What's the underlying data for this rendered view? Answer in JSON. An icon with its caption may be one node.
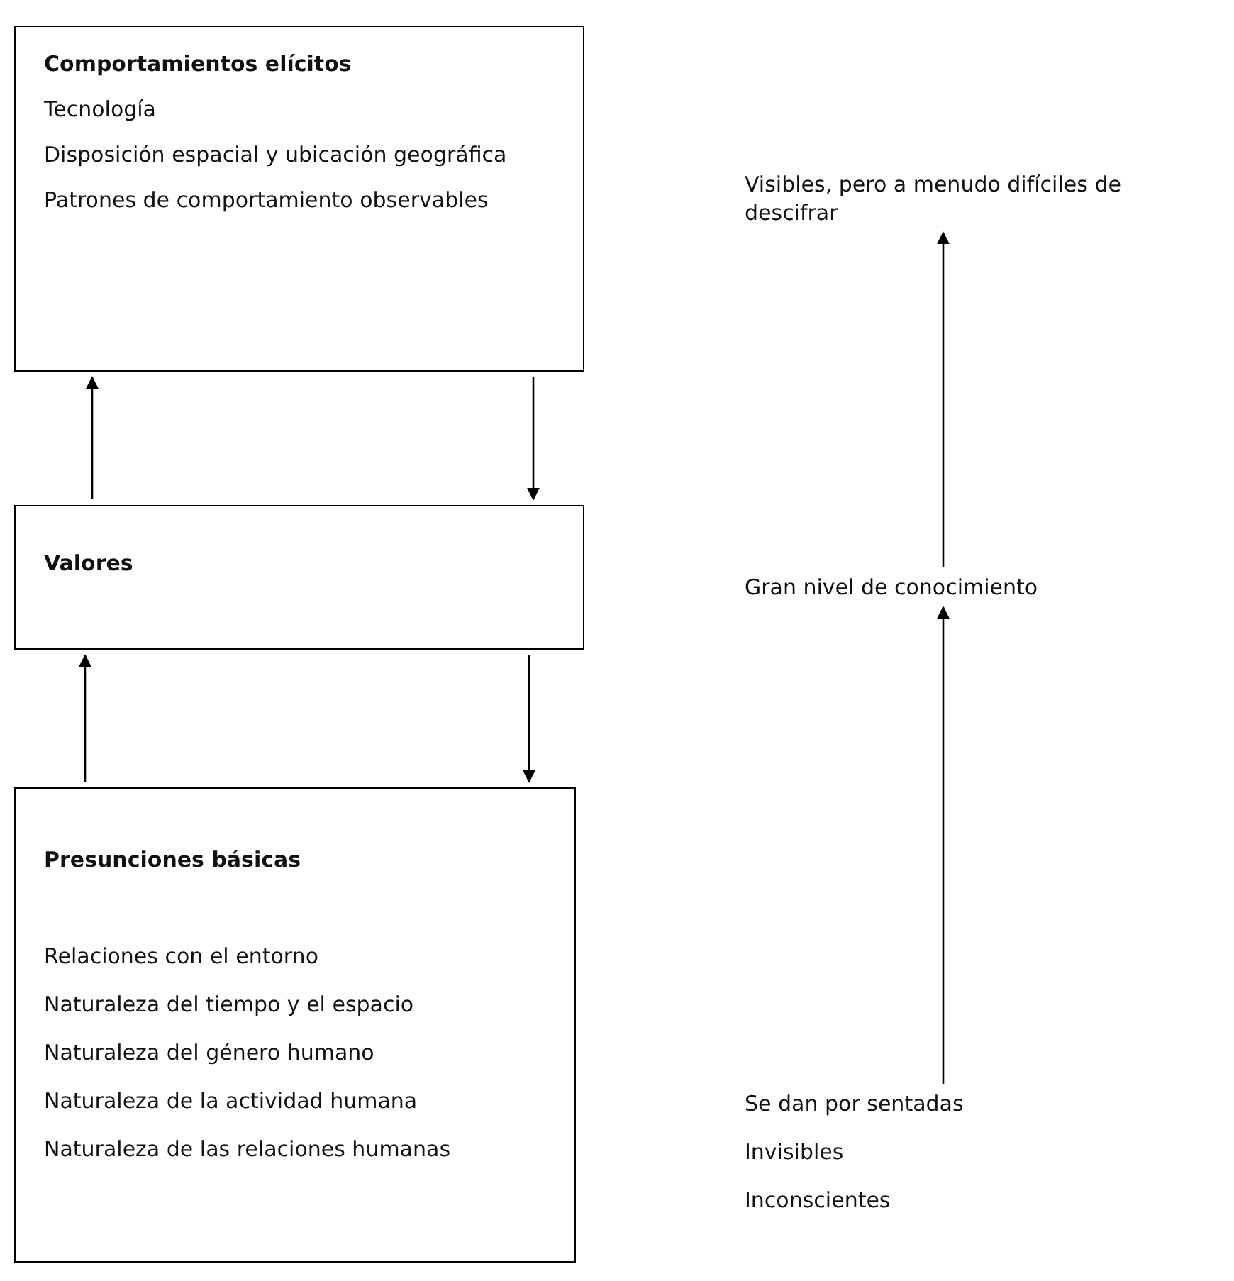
{
  "diagram": {
    "nodes": [
      {
        "text": [
          "Comportamientos elícitos",
          "Tecnología",
          "Disposición espacial y ubicación geográfica",
          "Patrones de comportamiento observables"
        ]
      },
      {
        "text": [
          "Valores"
        ]
      },
      {
        "text": [
          "Presunciones básicas",
          "Relaciones con el entorno",
          "Naturaleza del tiempo y el espacio",
          "Naturaleza del género humano",
          "Naturaleza de la actividad humana",
          "Naturaleza de las relaciones humanas"
        ]
      },
      {
        "text": [
          "Visibles, pero a menudo difíciles de descifrar"
        ]
      },
      {
        "text": [
          "Gran nivel de conocimiento"
        ]
      },
      {
        "text": [
          "Se dan por sentadas",
          "Invisibles",
          "Inconscientes"
        ]
      }
    ],
    "edges": [
      {
        "from": 1,
        "to": 0,
        "arrow": "to"
      },
      {
        "from": 0,
        "to": 1,
        "arrow": "to"
      },
      {
        "from": 2,
        "to": 1,
        "arrow": "to"
      },
      {
        "from": 1,
        "to": 2,
        "arrow": "to"
      },
      {
        "from": 5,
        "to": 4,
        "arrow": "to"
      },
      {
        "from": 4,
        "to": 3,
        "arrow": "to"
      }
    ]
  }
}
